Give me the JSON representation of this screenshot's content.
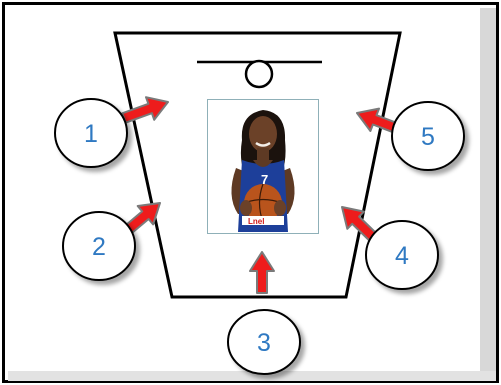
{
  "positions": [
    {
      "id": 1,
      "label": "1"
    },
    {
      "id": 2,
      "label": "2"
    },
    {
      "id": 3,
      "label": "3"
    },
    {
      "id": 4,
      "label": "4"
    },
    {
      "id": 5,
      "label": "5"
    }
  ],
  "jersey": {
    "number": "7",
    "sponsor": "Lnel"
  },
  "colors": {
    "arrow_fill": "#ee1c1c",
    "arrow_outline": "#7a7a7a",
    "label_text": "#2f79c2",
    "court_line": "#000000",
    "jersey": "#1d3f9a",
    "ball": "#b9541c"
  }
}
